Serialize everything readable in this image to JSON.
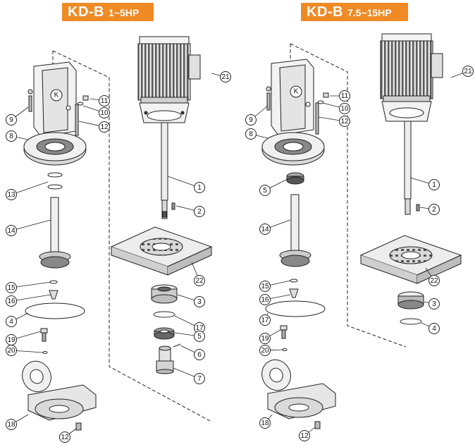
{
  "titles": [
    {
      "model": "KD-B",
      "range": "1~5HP"
    },
    {
      "model": "KD-B",
      "range": "7.5~15HP"
    }
  ],
  "logo_letter": "K",
  "colors": {
    "badge": "#ef8a25",
    "line": "#222222",
    "fill_light": "#f2f2f2",
    "fill_mid": "#cfcfcf",
    "fill_dark": "#7a7a7a"
  },
  "callouts": {
    "left": [
      "21",
      "11",
      "10",
      "12",
      "9",
      "8",
      "1",
      "13",
      "2",
      "14",
      "22",
      "15",
      "3",
      "16",
      "17",
      "4",
      "5",
      "19",
      "6",
      "20",
      "7",
      "18",
      "12"
    ],
    "right": [
      "21",
      "11",
      "10",
      "12",
      "9",
      "8",
      "5",
      "1",
      "2",
      "14",
      "22",
      "15",
      "16",
      "3",
      "17",
      "4",
      "19",
      "20",
      "18",
      "12"
    ]
  }
}
